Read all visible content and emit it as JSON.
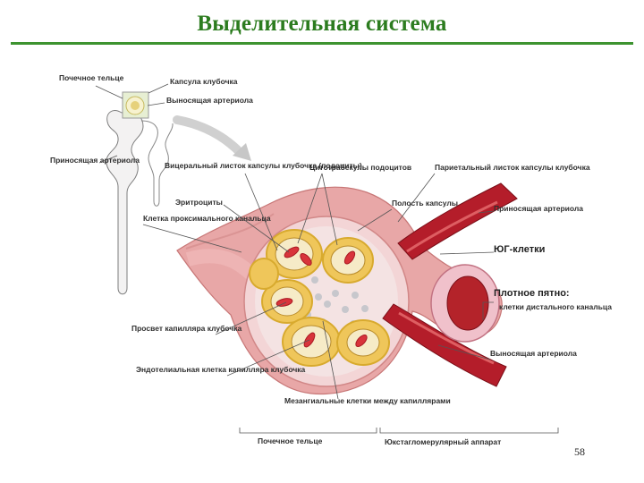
{
  "slide": {
    "title": "Выделительная система",
    "page_number": "58"
  },
  "labels": {
    "renal_corpuscle": "Почечное тельце",
    "glomerular_capsule": "Капсула клубочка",
    "efferent_arteriole": "Выносящая артериола",
    "afferent_arteriole": "Приносящая артериола",
    "visceral_layer": "Вицеральный листок капсулы клубочка (подоциты)",
    "podocyte_processes": "Цитотрабекулы подоцитов",
    "parietal_layer": "Париетальный листок капсулы клубочка",
    "erythrocytes": "Эритроциты",
    "capsule_cavity": "Полость капсулы",
    "proximal_tubule_cell": "Клетка проксимального канальца",
    "afferent_arteriole_right": "Приносящая артериола",
    "jg_cells": "ЮГ-клетки",
    "macula_densa": "Плотное пятно:",
    "distal_tubule_cells": "клетки дистального канальца",
    "capillary_lumen": "Просвет капилляра клубочка",
    "endothelial_cell": "Эндотелиальная клетка капилляра клубочка",
    "efferent_arteriole_right": "Выносящая артериола",
    "mesangial_cells": "Мезангиальные клетки между капиллярами",
    "bottom_renal_corpuscle": "Почечное тельце",
    "bottom_jga": "Юкстагломерулярный аппарат"
  },
  "colors": {
    "title": "#2c7c1f",
    "rule": "#3d9330",
    "tissue": "#e8a7a7",
    "vessel": "#b41d2a",
    "podocyte": "#efc65a",
    "rbc": "#d8343b"
  }
}
